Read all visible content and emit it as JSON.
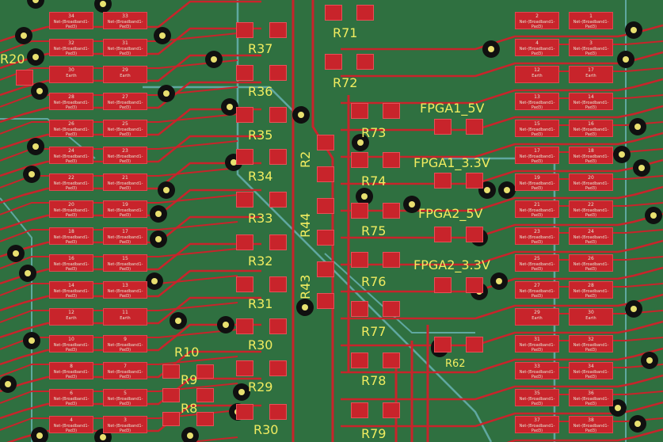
{
  "colors": {
    "board": "#2f7040",
    "copper": "#c8242b",
    "silk": "#f0ec60",
    "trace_light": "#5fa8a0",
    "via": "#e8e070"
  },
  "refs": [
    "R71",
    "R72",
    "R37",
    "R36",
    "R35",
    "R34",
    "R33",
    "R32",
    "R31",
    "R30",
    "R29",
    "R30",
    "R20",
    "R10",
    "R9",
    "R8",
    "R73",
    "R74",
    "R75",
    "R76",
    "R77",
    "R78",
    "R79",
    "R44",
    "R43",
    "R2",
    "R62"
  ],
  "power_labels": [
    "FPGA1_5V",
    "FPGA1_3.3V",
    "FPGA2_5V",
    "FPGA2_3.3V"
  ],
  "left_pads": [
    {
      "a": "34",
      "b": "33"
    },
    {
      "a": "32",
      "b": "31"
    },
    {
      "a": "30",
      "b": "29"
    },
    {
      "a": "28",
      "b": "27"
    },
    {
      "a": "26",
      "b": "25"
    },
    {
      "a": "24",
      "b": "23"
    },
    {
      "a": "22",
      "b": "21"
    },
    {
      "a": "20",
      "b": "19"
    },
    {
      "a": "18",
      "b": "17"
    },
    {
      "a": "16",
      "b": "15"
    },
    {
      "a": "14",
      "b": "13"
    },
    {
      "a": "12",
      "b": "11"
    },
    {
      "a": "10",
      "b": "9"
    },
    {
      "a": "8",
      "b": "7"
    },
    {
      "a": "6",
      "b": "5"
    },
    {
      "a": "4",
      "b": "3"
    }
  ],
  "right_pads": [
    {
      "a": "2",
      "b": "1"
    },
    {
      "a": "4",
      "b": "3"
    },
    {
      "a": "12",
      "b": "17"
    },
    {
      "a": "13",
      "b": "14"
    },
    {
      "a": "15",
      "b": "16"
    },
    {
      "a": "17",
      "b": "18"
    },
    {
      "a": "19",
      "b": "20"
    },
    {
      "a": "21",
      "b": "22"
    },
    {
      "a": "23",
      "b": "24"
    },
    {
      "a": "25",
      "b": "26"
    },
    {
      "a": "27",
      "b": "28"
    },
    {
      "a": "29",
      "b": "30"
    },
    {
      "a": "31",
      "b": "32"
    },
    {
      "a": "33",
      "b": "34"
    },
    {
      "a": "35",
      "b": "36"
    },
    {
      "a": "37",
      "b": "38"
    }
  ],
  "earth_label": "Earth",
  "net_label": "Net-(Broadband1-Pad3)"
}
